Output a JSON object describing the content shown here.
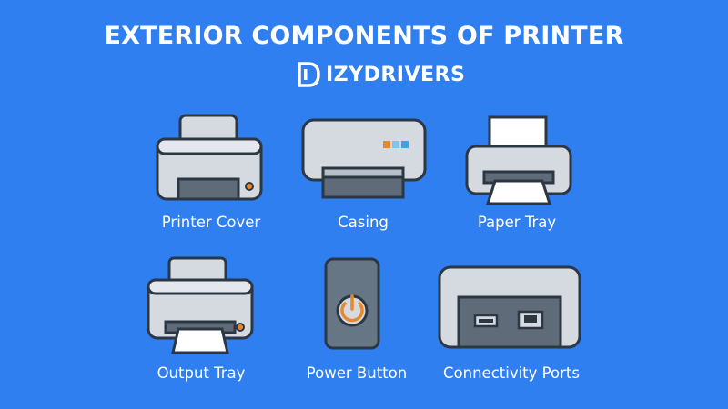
{
  "title": "EXTERIOR COMPONENTS OF PRINTER",
  "brand": {
    "logo_mark": "D",
    "name": "IZYDRIVERS"
  },
  "components": [
    {
      "label": "Printer Cover",
      "icon": "printer-cover-icon"
    },
    {
      "label": "Casing",
      "icon": "printer-casing-icon"
    },
    {
      "label": "Paper Tray",
      "icon": "paper-tray-icon"
    },
    {
      "label": "Output Tray",
      "icon": "output-tray-icon"
    },
    {
      "label": "Power Button",
      "icon": "power-button-icon"
    },
    {
      "label": "Connectivity Ports",
      "icon": "connectivity-ports-icon"
    }
  ],
  "colors": {
    "background": "#2f7ff0",
    "outline": "#2b3742",
    "body_light": "#d5dae1",
    "body_mid": "#b6bec8",
    "slot_dark": "#5f6b78",
    "paper": "#ffffff",
    "accent_orange": "#e6892e",
    "power_panel": "#677684"
  }
}
